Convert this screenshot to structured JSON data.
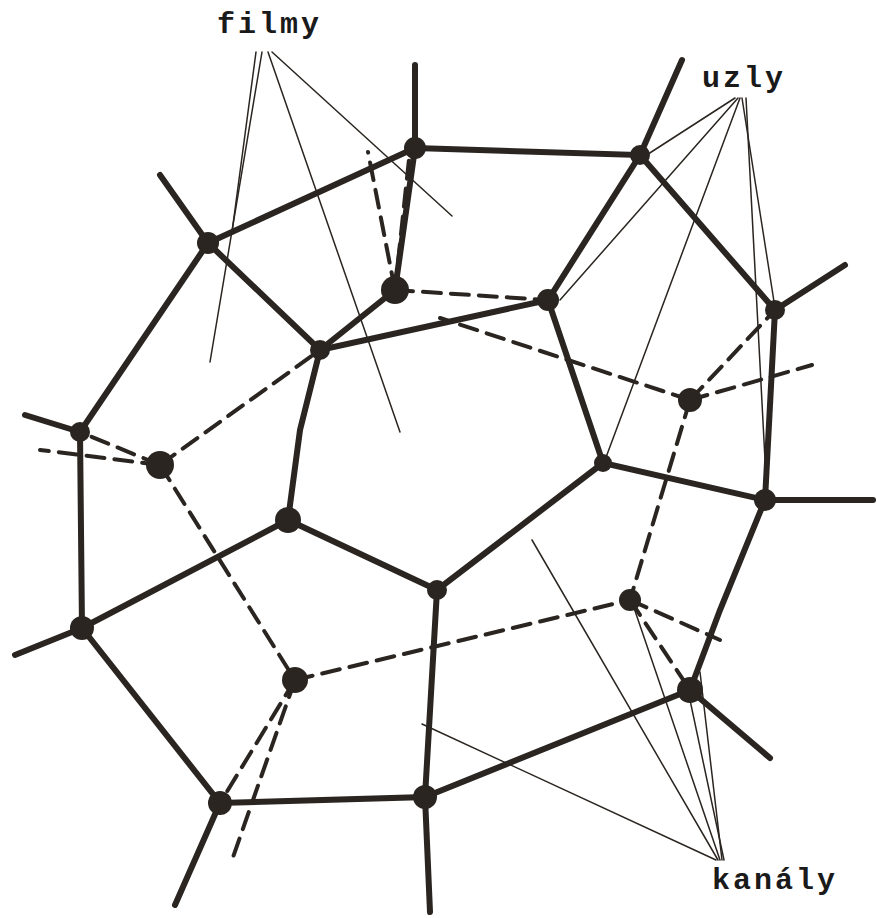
{
  "diagram": {
    "labels": [
      "filmy",
      "uzly",
      "kanály"
    ]
  }
}
